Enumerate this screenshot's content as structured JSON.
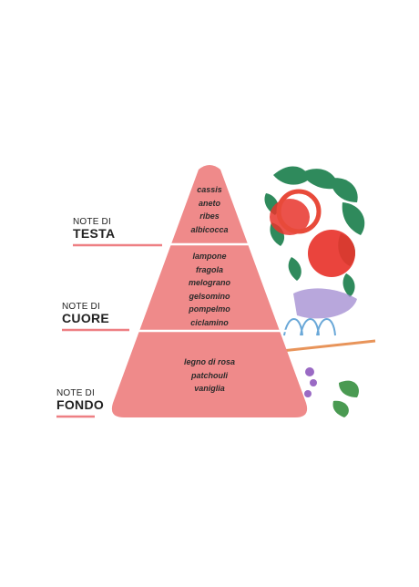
{
  "tiers": [
    {
      "label_prefix": "NOTE DI",
      "label_main": "TESTA",
      "notes": [
        "cassis",
        "aneto",
        "ribes",
        "albicocca"
      ]
    },
    {
      "label_prefix": "NOTE DI",
      "label_main": "CUORE",
      "notes": [
        "lampone",
        "fragola",
        "melograno",
        "gelsomino",
        "pompelmo",
        "ciclamino"
      ]
    },
    {
      "label_prefix": "NOTE DI",
      "label_main": "FONDO",
      "notes": [
        "legno di rosa",
        "patchouli",
        "vaniglia"
      ]
    }
  ],
  "colors": {
    "pyramid": "#ef8a8a",
    "underline": "#ee7f83",
    "divider": "#ffffff",
    "text": "#222222",
    "leaf": "#2f8a5c",
    "fruit": "#e8342c",
    "ring": "#e84a3a",
    "lavender": "#a08ad0"
  }
}
